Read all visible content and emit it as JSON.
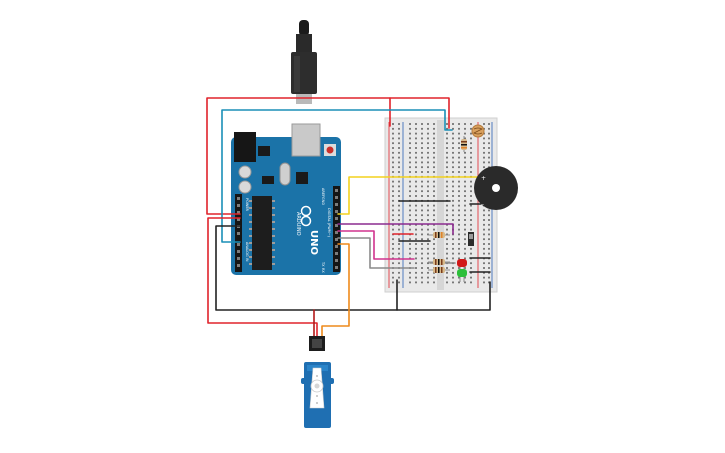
{
  "arduino": {
    "logo_text": "ARDUINO",
    "model_text": "UNO",
    "power_header_label": "POWER",
    "analog_header_label": "ANALOG IN",
    "digital_header_label": "DIGITAL (PWM~)",
    "tx_label": "TX",
    "rx_label": "RX",
    "aref_label": "AREF",
    "gnd_label": "GND"
  },
  "wires": {
    "colors": {
      "red": "#e0232b",
      "blue": "#1a8fb7",
      "yellow": "#f3d21e",
      "purple": "#8b2b8f",
      "magenta": "#d0338d",
      "gray": "#8a8a8a",
      "black": "#222222",
      "orange": "#ee8a1c",
      "dark_red": "#b21818"
    }
  },
  "components": {
    "breadboard": "breadboard",
    "piezo_buzzer": "piezo",
    "servo_motor": "micro-servo",
    "leds": [
      "red",
      "green"
    ],
    "photoresistor": "ldr",
    "resistor_count": 4,
    "pushbutton": "slide-switch"
  }
}
